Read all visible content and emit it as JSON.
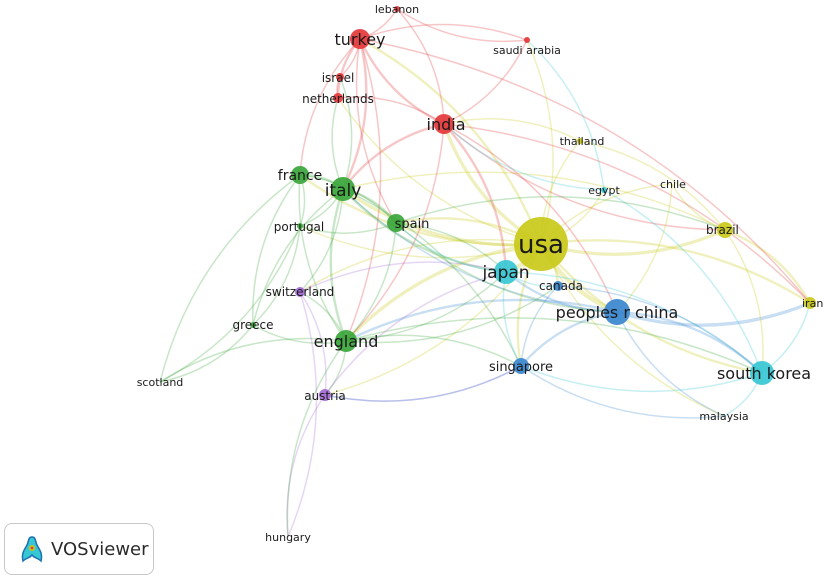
{
  "logo": {
    "text": "VOSviewer",
    "icon": "vosviewer-logo-icon"
  },
  "colors": {
    "red": "#e4373a",
    "green": "#3aa63a",
    "yellow": "#c9c91a",
    "cyan": "#36c7d4",
    "blue": "#3a87cf",
    "purple": "#a46ad6"
  },
  "network": {
    "nodes": [
      {
        "id": "usa",
        "label": "usa",
        "cluster": "yellow"
      },
      {
        "id": "brazil",
        "label": "brazil",
        "cluster": "yellow"
      },
      {
        "id": "iran",
        "label": "iran",
        "cluster": "yellow"
      },
      {
        "id": "chile",
        "label": "chile",
        "cluster": "yellow"
      },
      {
        "id": "thailand",
        "label": "thailand",
        "cluster": "yellow"
      },
      {
        "id": "turkey",
        "label": "turkey",
        "cluster": "red"
      },
      {
        "id": "india",
        "label": "india",
        "cluster": "red"
      },
      {
        "id": "israel",
        "label": "israel",
        "cluster": "red"
      },
      {
        "id": "netherlands",
        "label": "netherlands",
        "cluster": "red"
      },
      {
        "id": "lebanon",
        "label": "lebanon",
        "cluster": "red"
      },
      {
        "id": "saudi-arabia",
        "label": "saudi arabia",
        "cluster": "red"
      },
      {
        "id": "italy",
        "label": "italy",
        "cluster": "green"
      },
      {
        "id": "france",
        "label": "france",
        "cluster": "green"
      },
      {
        "id": "spain",
        "label": "spain",
        "cluster": "green"
      },
      {
        "id": "portugal",
        "label": "portugal",
        "cluster": "green"
      },
      {
        "id": "england",
        "label": "england",
        "cluster": "green"
      },
      {
        "id": "greece",
        "label": "greece",
        "cluster": "green"
      },
      {
        "id": "scotland",
        "label": "scotland",
        "cluster": "green"
      },
      {
        "id": "japan",
        "label": "japan",
        "cluster": "cyan"
      },
      {
        "id": "south-korea",
        "label": "south korea",
        "cluster": "cyan"
      },
      {
        "id": "egypt",
        "label": "egypt",
        "cluster": "cyan"
      },
      {
        "id": "malaysia",
        "label": "malaysia",
        "cluster": "cyan"
      },
      {
        "id": "peoples-r-china",
        "label": "peoples r china",
        "cluster": "blue"
      },
      {
        "id": "canada",
        "label": "canada",
        "cluster": "blue"
      },
      {
        "id": "singapore",
        "label": "singapore",
        "cluster": "blue"
      },
      {
        "id": "switzerland",
        "label": "switzerland",
        "cluster": "purple"
      },
      {
        "id": "austria",
        "label": "austria",
        "cluster": "purple"
      },
      {
        "id": "hungary",
        "label": "hungary",
        "cluster": "purple"
      }
    ]
  }
}
